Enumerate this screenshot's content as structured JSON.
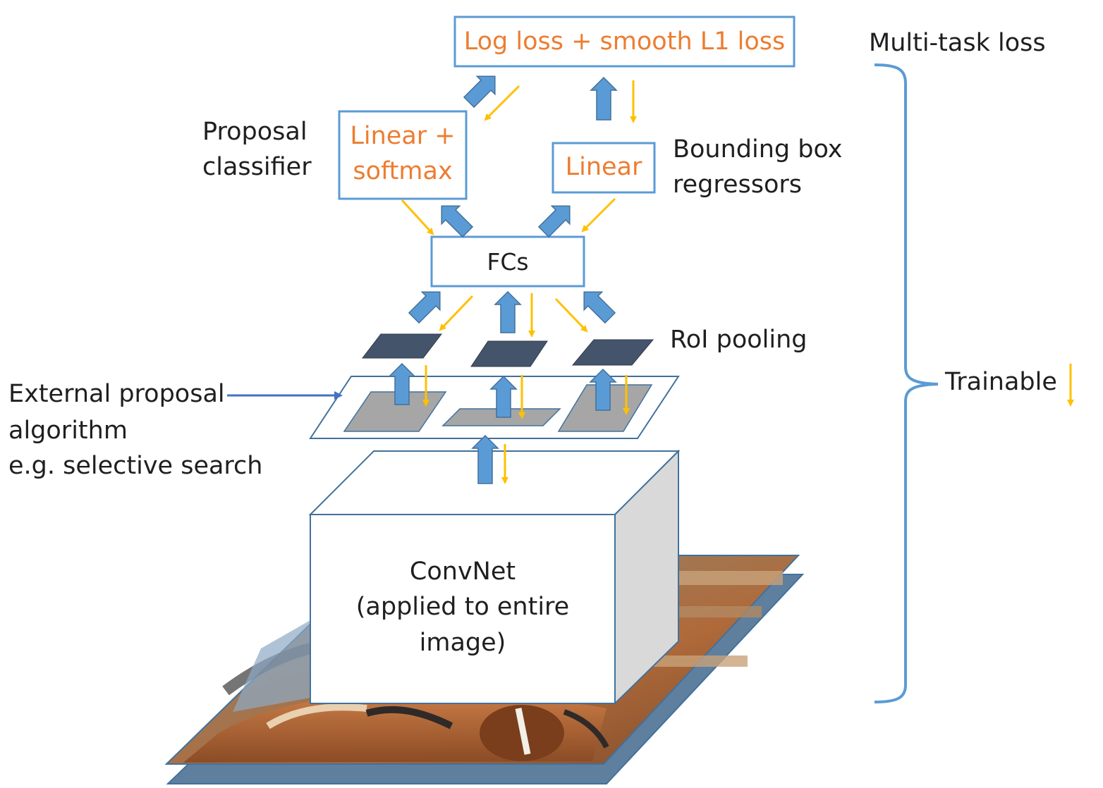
{
  "colors": {
    "box_outline": "#5b9bd5",
    "arrow_blue": "#5b9bd5",
    "arrow_blue_stroke": "#41719c",
    "arrow_gradient": "#ffc000",
    "orange_text": "#ed7d31",
    "roi_dark": "#44546a",
    "proposal_gray": "#a6a6a6",
    "cube_side": "#d9d9d9"
  },
  "loss_box": {
    "label": "Log loss + smooth L1 loss"
  },
  "multi_task_label": "Multi-task loss",
  "trainable_label": "Trainable",
  "classifier": {
    "title_line1": "Proposal",
    "title_line2": "classifier",
    "box_line1": "Linear +",
    "box_line2": "softmax"
  },
  "regressor": {
    "title_line1": "Bounding box",
    "title_line2": "regressors",
    "box_label": "Linear"
  },
  "fcs_label": "FCs",
  "roi_label": "RoI pooling",
  "external": {
    "line1": "External proposal",
    "line2": "algorithm",
    "line3": "e.g. selective search"
  },
  "convnet": {
    "line1": "ConvNet",
    "line2": "(applied to entire",
    "line3": "image)"
  },
  "icons": {
    "forward_arrow": "blue-block-arrow-icon",
    "gradient_arrow": "yellow-thin-arrow-icon",
    "brace": "right-curly-brace-icon"
  }
}
